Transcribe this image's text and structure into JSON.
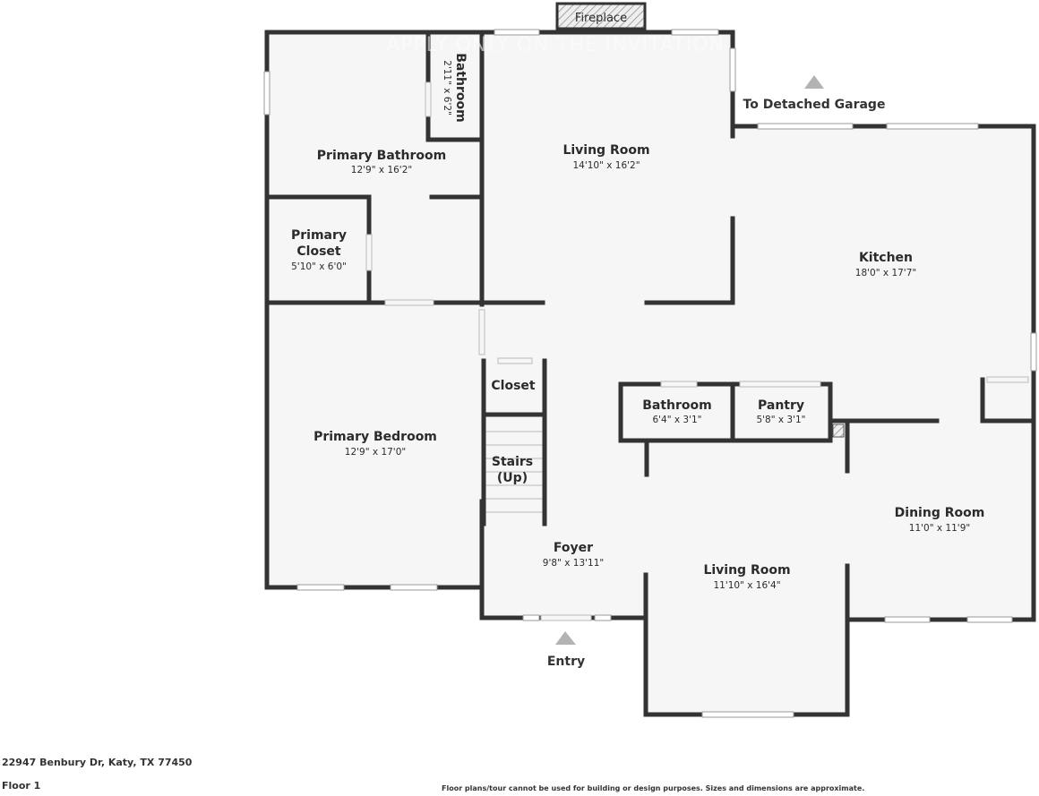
{
  "rooms": {
    "fireplace": {
      "name": "Fireplace"
    },
    "bathroom_small": {
      "name": "Bathroom",
      "dim": "2'11\" x 6'2\""
    },
    "primary_bathroom": {
      "name": "Primary Bathroom",
      "dim": "12'9\" x 16'2\""
    },
    "primary_closet": {
      "name_line1": "Primary",
      "name_line2": "Closet",
      "dim": "5'10\" x 6'0\""
    },
    "living_room_top": {
      "name": "Living Room",
      "dim": "14'10\" x 16'2\""
    },
    "kitchen": {
      "name": "Kitchen",
      "dim": "18'0\" x 17'7\""
    },
    "primary_bedroom": {
      "name": "Primary Bedroom",
      "dim": "12'9\" x 17'0\""
    },
    "closet": {
      "name": "Closet"
    },
    "stairs": {
      "name_line1": "Stairs",
      "name_line2": "(Up)"
    },
    "bathroom_center": {
      "name": "Bathroom",
      "dim": "6'4\" x 3'1\""
    },
    "pantry": {
      "name": "Pantry",
      "dim": "5'8\" x 3'1\""
    },
    "foyer": {
      "name": "Foyer",
      "dim": "9'8\" x 13'11\""
    },
    "living_room_bottom": {
      "name": "Living Room",
      "dim": "11'10\" x 16'4\""
    },
    "dining_room": {
      "name": "Dining Room",
      "dim": "11'0\" x 11'9\""
    }
  },
  "labels": {
    "garage": "To Detached Garage",
    "entry": "Entry",
    "watermark": "APPLY ONLY ON THE INVITATION"
  },
  "footer": {
    "address": "22947 Benbury Dr, Katy, TX 77450",
    "floor": "Floor 1",
    "disclaimer": "Floor plans/tour cannot be used for building or design purposes. Sizes and dimensions are approximate."
  },
  "colors": {
    "wall": "#333333",
    "floor": "#f6f6f6",
    "window": "#ffffff",
    "marker": "#b3b3b3"
  }
}
